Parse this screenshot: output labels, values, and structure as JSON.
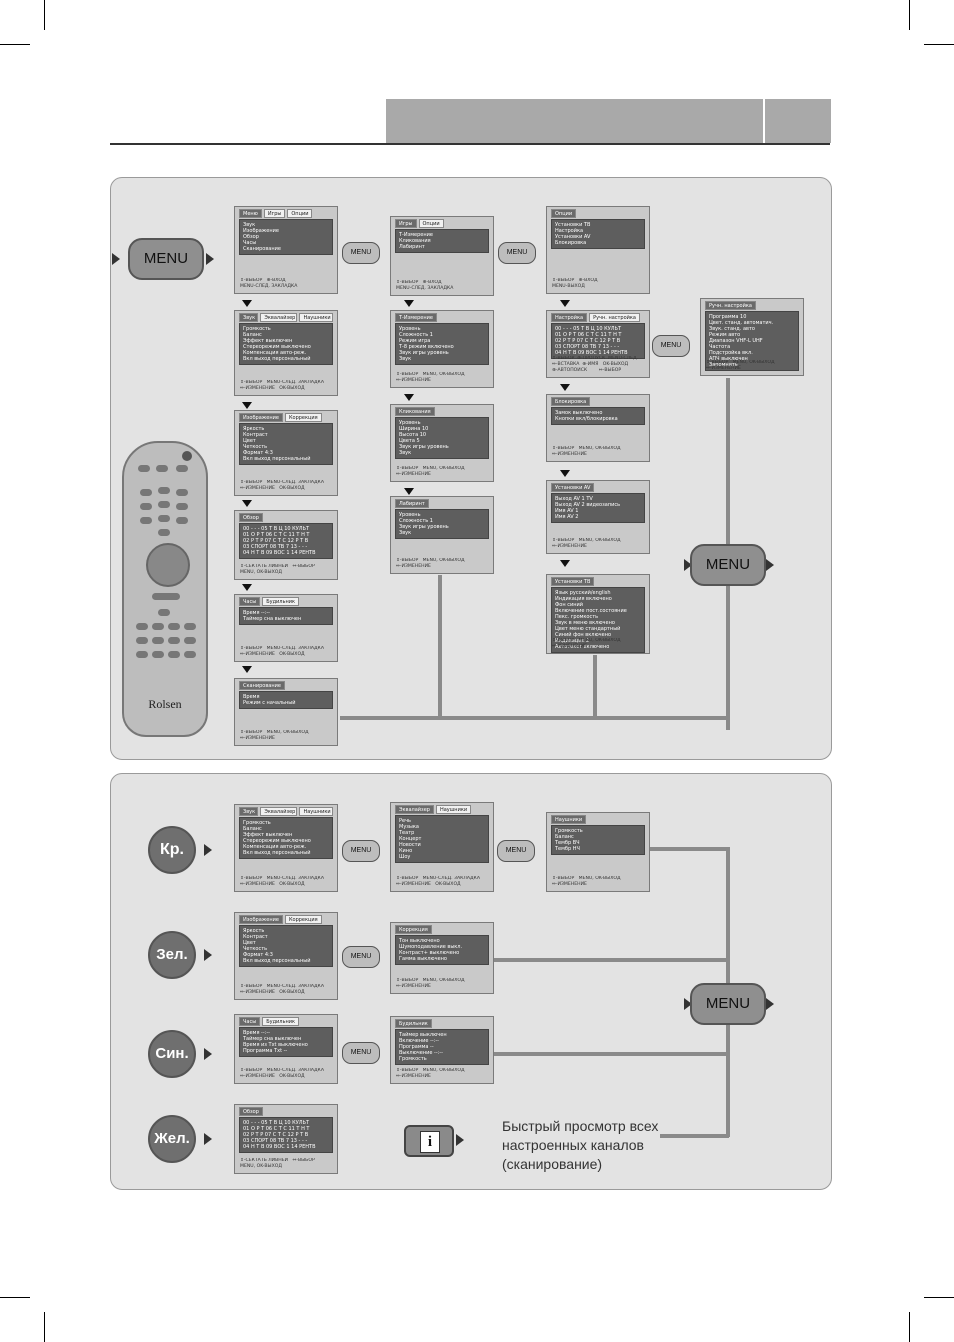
{
  "menu_label": "MENU",
  "brand": "Rolsen",
  "quick_keys": {
    "red": "Кр.",
    "green": "Зел.",
    "blue": "Син.",
    "yellow": "Жел."
  },
  "info_caption": [
    "Быстрый просмотр всех",
    "настроенных каналов",
    "(сканирование)"
  ],
  "info_key": "i",
  "screens": {
    "main": {
      "tabs": [
        "Меню",
        "Игры",
        "Опции"
      ],
      "rows": [
        "Звук",
        "Изображение",
        "Обзор",
        "Часы",
        "Сканирование"
      ],
      "foot": "⇕-ВЫБОР   ⊕-ВХОД\nMENU-СЛЕД. ЗАКЛАДКА"
    },
    "games": {
      "tabs": [
        "Игры",
        "Опции"
      ],
      "rows": [
        "Т-Измерение",
        "Кликования",
        "Лабиринт"
      ],
      "foot": "⇕-ВЫБОР   ⊕-ВХОД\nMENU-СЛЕД. ЗАКЛАДКА"
    },
    "options": {
      "tabs": [
        "Опции"
      ],
      "rows": [
        "Установки ТВ",
        "Настройка",
        "Установки AV",
        "Блокировка"
      ],
      "foot": "⇕-ВЫБОР   ⊕-ВХОД\nMENU-ВЫХОД"
    },
    "sound": {
      "tabs": [
        "Звук",
        "Эквалайзер",
        "Наушники"
      ],
      "rows": [
        "Громкость",
        "Баланс",
        "Эффект  выключен",
        "Стереорежим  выключено",
        "Компенсация  авто-реж.",
        "Вкл выход  персональный"
      ],
      "foot": "⇕-ВЫБОР   MENU-СЛЕД. ЗАКЛАДКА\n⇔-ИЗМЕНЕНИЕ   OK-ВЫХОД"
    },
    "picture": {
      "tabs": [
        "Изображение",
        "Коррекция"
      ],
      "rows": [
        "Яркость",
        "Контраст",
        "Цвет",
        "Четкость",
        "Формат  4:3",
        "Вкл выход  персональный"
      ],
      "foot": "⇕-ВЫБОР   MENU-СЛЕД. ЗАКЛАДКА\n⇔-ИЗМЕНЕНИЕ   OK-ВЫХОД"
    },
    "overview": {
      "tabs": [
        "Обзор"
      ],
      "rows": [
        "00  - - -   05 Т В Ц   10 КУЛЬТ",
        "01 О Р Т   06 С Т С   11 Т Н Т",
        "02 Р Т Р   07 С Т С   12 Р Т В",
        "03 СПОРТ   08 ТВ 7   13 - - -",
        "04 Н Т В   09 ВОС 1   14 РЕНТВ"
      ],
      "foot": "⇕-СЕКТАТЬ ЛИВНЕЙ   ⇔-ВЫБОР\nMENU, OK-ВЫХОД"
    },
    "clock": {
      "tabs": [
        "Часы",
        "Будильник"
      ],
      "rows": [
        "Время  --:--",
        "Таймер сна  выключен"
      ],
      "foot": "⇕-ВЫБОР   MENU-СЛЕД. ЗАКЛАДКА\n⇔-ИЗМЕНЕНИЕ   OK-ВЫХОД"
    },
    "scan": {
      "tabs": [
        "Сканирование"
      ],
      "rows": [
        "Время",
        "Режим  с начальный"
      ],
      "foot": "⇕-ВЫБОР   MENU, OK-ВЫХОД\n⇔-ИЗМЕНЕНИЕ"
    },
    "t_measure": {
      "tabs": [
        "Т-Измерение"
      ],
      "rows": [
        "Уровень",
        "Сложность  1",
        "Режим  игра",
        "Т-8 режим  включено",
        "Звук игры  уровень",
        "Звук"
      ],
      "foot": "⇕-ВЫБОР   MENU, OK-ВЫХОД\n⇔-ИЗМЕНЕНИЕ"
    },
    "clicks": {
      "tabs": [
        "Кликования"
      ],
      "rows": [
        "Уровень",
        "Ширина  10",
        "Высота  10",
        "Цвета  5",
        "Звук игры  уровень",
        "Звук"
      ],
      "foot": "⇕-ВЫБОР   MENU, OK-ВЫХОД\n⇔-ИЗМЕНЕНИЕ"
    },
    "maze": {
      "tabs": [
        "Лабиринт"
      ],
      "rows": [
        "Уровень",
        "Сложность  1",
        "Звук игры  уровень",
        "Звук"
      ],
      "foot": "⇕-ВЫБОР   MENU, OK-ВЫХОД\n⇔-ИЗМЕНЕНИЕ"
    },
    "tuning": {
      "tabs": [
        "Настройка",
        "Ручн. настройка"
      ],
      "rows": [
        "00  - - -   05 Т В Ц   10 КУЛЬТ",
        "01 О Р Т   06 С Т С   11 Т Н Т",
        "02 Р Т Р   07 С Т С   12 Р Т В",
        "03 СПОРТ   08 ТВ 7   13 - - -",
        "04 Н Т В   09 ВОС 1   14 РЕНТВ"
      ],
      "foot": "⇕-ВЫБОР  ⊕-ПРОПУСК  MENU-СЛЕД.\n⇔-ВСТАВКА  ⊕-ИМЯ   OK-ВЫХОД\n⊕-АВТОПОИСК        ⇔-ВЫБОР"
    },
    "manual": {
      "tabs": [
        "Ручн. настройка"
      ],
      "rows": [
        "Программа  10",
        "Цвет. станд.  автоматич.",
        "Звук. станд.  авто",
        "Режим  авто",
        "Диапазон  VHF-L  UHF",
        "Частота",
        "Подстройка  вкл.",
        "АПЧ  выключен",
        "Запомнить"
      ],
      "foot": "⇕-ВЫБОР   MENU, OK-ВЫХОД\n⇔-ИЗМЕНЕНИЕ"
    },
    "blocking": {
      "tabs": [
        "Блокировка"
      ],
      "rows": [
        "Замок  выключено",
        "Кнопки  вкл/блокировка"
      ],
      "foot": "⇕-ВЫБОР   MENU, OK-ВЫХОД\n⇔-ИЗМЕНЕНИЕ"
    },
    "av": {
      "tabs": [
        "Установки AV"
      ],
      "rows": [
        "Выход AV 1  TV",
        "Выход AV 2  видеозапись",
        "Имя AV 1",
        "Имя AV 2"
      ],
      "foot": "⇕-ВЫБОР   MENU, OK-ВЫХОД\n⇔-ИЗМЕНЕНИЕ"
    },
    "tvset": {
      "tabs": [
        "Установки ТВ"
      ],
      "rows": [
        "Язык  русский/english",
        "Индикация  включено",
        "Фон  синий",
        "Включение  пост.состояние",
        "Пекс. громкость",
        "Звук в меню  включено",
        "Цвет меню  стандартный",
        "Синий фон  включено",
        "Индикация  2",
        "Автотекст  включено"
      ],
      "foot": "⇕-ВЫБОР   MENU, OK-ВЫХОД\n⇔-ИЗМЕНЕНИЕ"
    },
    "red1": {
      "tabs": [
        "Звук",
        "Эквалайзер",
        "Наушники"
      ],
      "rows": [
        "Громкость",
        "Баланс",
        "Эффект  выключен",
        "Стереорежим  выключено",
        "Компенсация  авто-реж.",
        "Вкл выход  персональный"
      ],
      "foot": "⇕-ВЫБОР   MENU-СЛЕД. ЗАКЛАДКА\n⇔-ИЗМЕНЕНИЕ   OK-ВЫХОД"
    },
    "red2": {
      "tabs": [
        "Эквалайзер",
        "Наушники"
      ],
      "rows": [
        "Речь",
        "Музыка",
        "Театр",
        "Концерт",
        "Новости",
        "Кино",
        "Шоу"
      ],
      "foot": "⇕-ВЫБОР   MENU-СЛЕД. ЗАКЛАДКА\n⇔-ИЗМЕНЕНИЕ   OK-ВЫХОД"
    },
    "red3": {
      "tabs": [
        "Наушники"
      ],
      "rows": [
        "Громкость",
        "Баланс",
        "Тембр ВЧ",
        "Тембр НЧ"
      ],
      "foot": "⇕-ВЫБОР   MENU, OK-ВЫХОД\n⇔-ИЗМЕНЕНИЕ"
    },
    "green1": {
      "tabs": [
        "Изображение",
        "Коррекция"
      ],
      "rows": [
        "Яркость",
        "Контраст",
        "Цвет",
        "Четкость",
        "Формат  4:3",
        "Вкл выход  персональный"
      ],
      "foot": "⇕-ВЫБОР   MENU-СЛЕД. ЗАКЛАДКА\n⇔-ИЗМЕНЕНИЕ   OK-ВЫХОД"
    },
    "green2": {
      "tabs": [
        "Коррекция"
      ],
      "rows": [
        "Тон  выключено",
        "Шумоподавление  выкл.",
        "Контраст+  выключено",
        "Гамма  выключено"
      ],
      "foot": "⇕-ВЫБОР   MENU, OK-ВЫХОД\n⇔-ИЗМЕНЕНИЕ"
    },
    "blue1": {
      "tabs": [
        "Часы",
        "Будильник"
      ],
      "rows": [
        "Время  --:--",
        "Таймер сна  выключен",
        "Время из Txt  выключено",
        "Программа Txt  --"
      ],
      "foot": "⇕-ВЫБОР   MENU-СЛЕД. ЗАКЛАДКА\n⇔-ИЗМЕНЕНИЕ   OK-ВЫХОД"
    },
    "blue2": {
      "tabs": [
        "Будильник"
      ],
      "rows": [
        "Таймер  выключен",
        "Включение  --:--",
        "Программа  --",
        "Выключение  --:--",
        "Громкость"
      ],
      "foot": "⇕-ВЫБОР   MENU, OK-ВЫХОД\n⇔-ИЗМЕНЕНИЕ"
    },
    "yellow1": {
      "tabs": [
        "Обзор"
      ],
      "rows": [
        "00  - - -   05 Т В Ц   10 КУЛЬТ",
        "01 О Р Т   06 С Т С   11 Т Н Т",
        "02 Р Т Р   07 С Т С   12 Р Т В",
        "03 СПОРТ   08 ТВ 7   13 - - -",
        "04 Н Т В   09 ВОС 1   14 РЕНТВ"
      ],
      "foot": "⇕-СЕКТАТЬ ЛИВНЕЙ   ⇔-ВЫБОР\nMENU, OK-ВЫХОД"
    }
  },
  "colors": {
    "panel": "#e3e3e3",
    "header_bar": "#a9a9a9",
    "screen_body": "#5e5e5e",
    "connector": "#8a8a8a"
  }
}
